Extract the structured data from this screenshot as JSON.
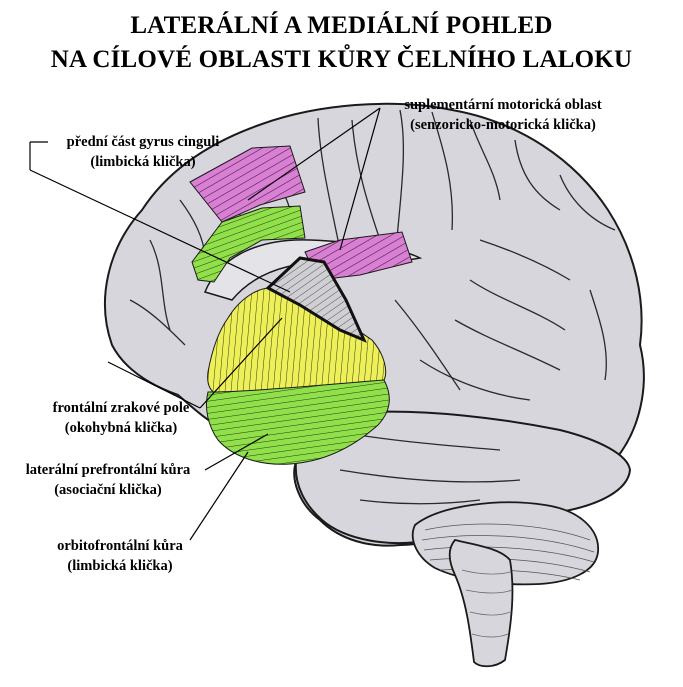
{
  "title": {
    "line1": "LATERÁLNÍ A MEDIÁLNÍ POHLED",
    "line2": "NA CÍLOVÉ OBLASTI KŮRY ČELNÍHO LALOKU"
  },
  "labels": {
    "sma": {
      "line1": "suplementární motorická oblast",
      "line2": "(senzoricko-motorická klička)"
    },
    "cingulate": {
      "line1": "přední část gyrus cinguli",
      "line2": "(limbická klička)"
    },
    "fef": {
      "line1": "frontální zrakové pole",
      "line2": "(okohybná klička)"
    },
    "dlpfc": {
      "line1": "laterální prefrontální kůra",
      "line2": "(asociační klička)"
    },
    "ofc": {
      "line1": "orbitofrontální kůra",
      "line2": "(limbická klička)"
    }
  },
  "colors": {
    "brain_fill": "#d6d6dc",
    "outline": "#1a1a1a",
    "magenta": "#d97fd4",
    "green": "#8fe04a",
    "yellow": "#eef05a",
    "grey_region": "#c8c8cc"
  }
}
